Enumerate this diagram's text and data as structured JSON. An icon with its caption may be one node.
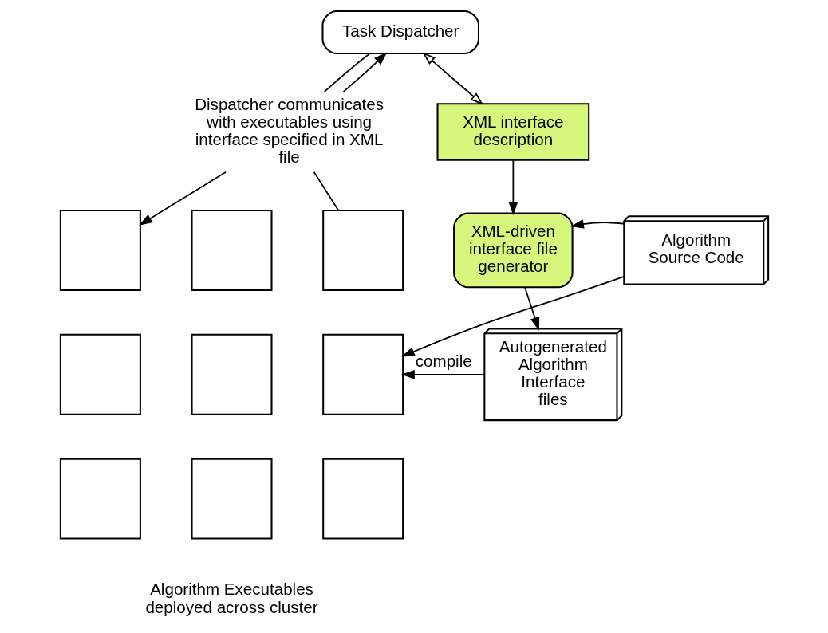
{
  "diagram": {
    "nodes": [
      {
        "text": [
          "Task Dispatcher"
        ]
      },
      {
        "text": [
          "XML interface description"
        ]
      },
      {
        "text": [
          "XML-driven interface file generator"
        ]
      },
      {
        "text": [
          "Dispatcher communicates with executables using interface specified in XML file"
        ]
      },
      {
        "text": [
          "Algorithm Source Code"
        ]
      },
      {
        "text": [
          "Autogenerated Algorithm Interface files"
        ]
      },
      {
        "text": [],
        "shape": "box"
      },
      {
        "text": [],
        "shape": "box"
      },
      {
        "text": [],
        "shape": "box"
      },
      {
        "text": [],
        "shape": "box"
      },
      {
        "text": [],
        "shape": "box"
      },
      {
        "text": [],
        "shape": "box"
      },
      {
        "text": [],
        "shape": "box"
      },
      {
        "text": [],
        "shape": "box"
      },
      {
        "text": [],
        "shape": "box"
      }
    ],
    "edges": [
      {
        "from": 0,
        "to": 1,
        "arrow": "both"
      },
      {
        "from": 0,
        "to": 3,
        "arrow": "none"
      },
      {
        "from": 3,
        "to": 0,
        "arrow": "to"
      },
      {
        "from": 1,
        "to": 2,
        "arrow": "to"
      },
      {
        "from": 4,
        "to": 2,
        "arrow": "to"
      },
      {
        "from": 2,
        "to": 5,
        "arrow": "to"
      },
      {
        "from": 3,
        "to": 6,
        "arrow": "to"
      },
      {
        "from": 3,
        "to": 8,
        "arrow": "none"
      },
      {
        "from": 5,
        "to": 11,
        "arrow": "to",
        "label": "compile"
      },
      {
        "from": 4,
        "to": 11,
        "arrow": "to"
      }
    ],
    "labels": [
      "Algorithm Executables deployed across cluster"
    ]
  }
}
